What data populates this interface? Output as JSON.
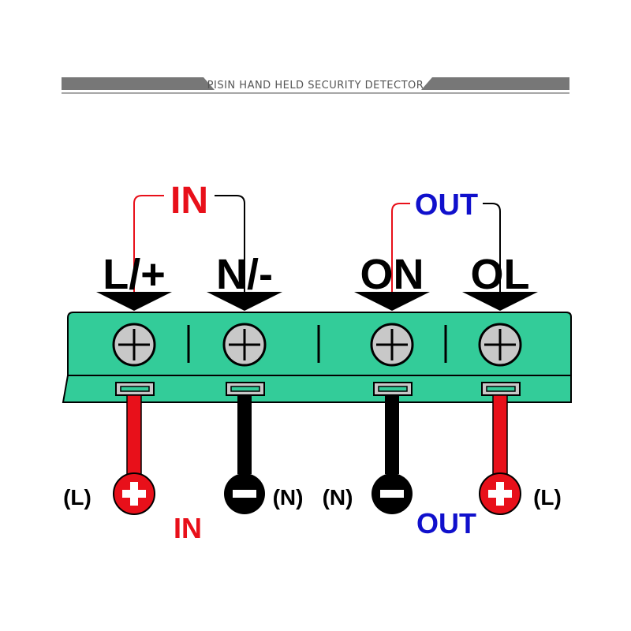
{
  "header": {
    "title": "PISIN HAND HELD SECURITY DETECTOR"
  },
  "top": {
    "in_label": "IN",
    "out_label": "OUT",
    "terminals": [
      "L/+",
      "N/-",
      "ON",
      "OL"
    ]
  },
  "bottom": {
    "in_label": "IN",
    "out_label": "OUT",
    "left_l": "(L)",
    "n_left": "(N)",
    "n_right": "(N)",
    "right_l": "(L)"
  },
  "colors": {
    "red": "#e8101a",
    "blue": "#1010cc",
    "block": "#33cc99",
    "black": "#000000",
    "header_bar": "#777777"
  },
  "icons": [
    "screw-icon",
    "plus-icon",
    "minus-icon",
    "arrow-down-icon"
  ]
}
